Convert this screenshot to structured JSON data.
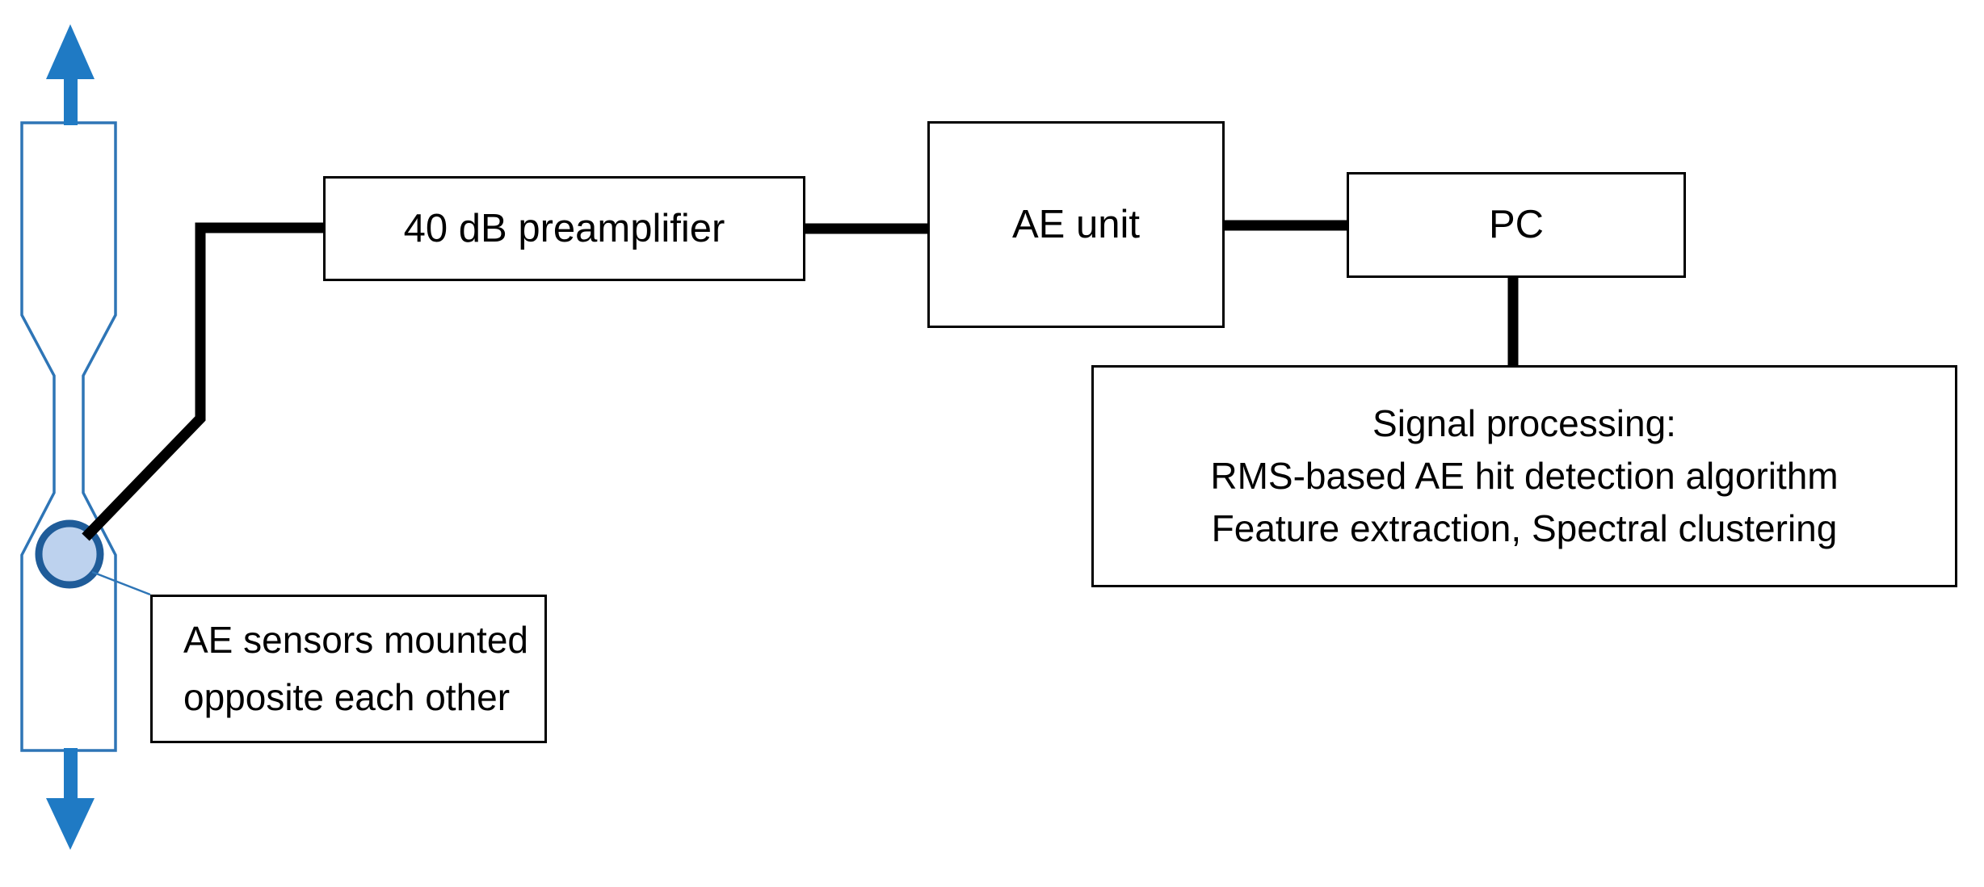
{
  "diagram": {
    "title": "Acoustic emission measurement chain",
    "colors": {
      "specimen_outline": "#2E75B6",
      "arrow_blue": "#1F7AC4",
      "sensor_fill": "#BDD2EE",
      "sensor_ring": "#1F5C99",
      "cable_black": "#000000",
      "box_border": "#000000",
      "background": "#FFFFFF"
    },
    "blocks": [
      {
        "id": "preamplifier",
        "label": "40 dB preamplifier"
      },
      {
        "id": "ae_unit",
        "label": "AE unit"
      },
      {
        "id": "pc",
        "label": "PC"
      }
    ],
    "signal_processing": {
      "heading": "Signal processing:",
      "lines": [
        "RMS-based AE hit detection algorithm",
        "Feature extraction, Spectral clustering"
      ]
    },
    "sensor_callout": {
      "lines": [
        "AE sensors mounted",
        "opposite each other"
      ]
    },
    "specimen": {
      "name": "dogbone tensile specimen",
      "load_arrow_top": "tensile load up",
      "load_arrow_bottom": "tensile load down",
      "sensor_name": "AE sensor"
    },
    "connections": [
      {
        "from": "ae_sensor",
        "to": "preamplifier"
      },
      {
        "from": "preamplifier",
        "to": "ae_unit"
      },
      {
        "from": "ae_unit",
        "to": "pc"
      },
      {
        "from": "pc",
        "to": "signal_processing"
      }
    ]
  }
}
